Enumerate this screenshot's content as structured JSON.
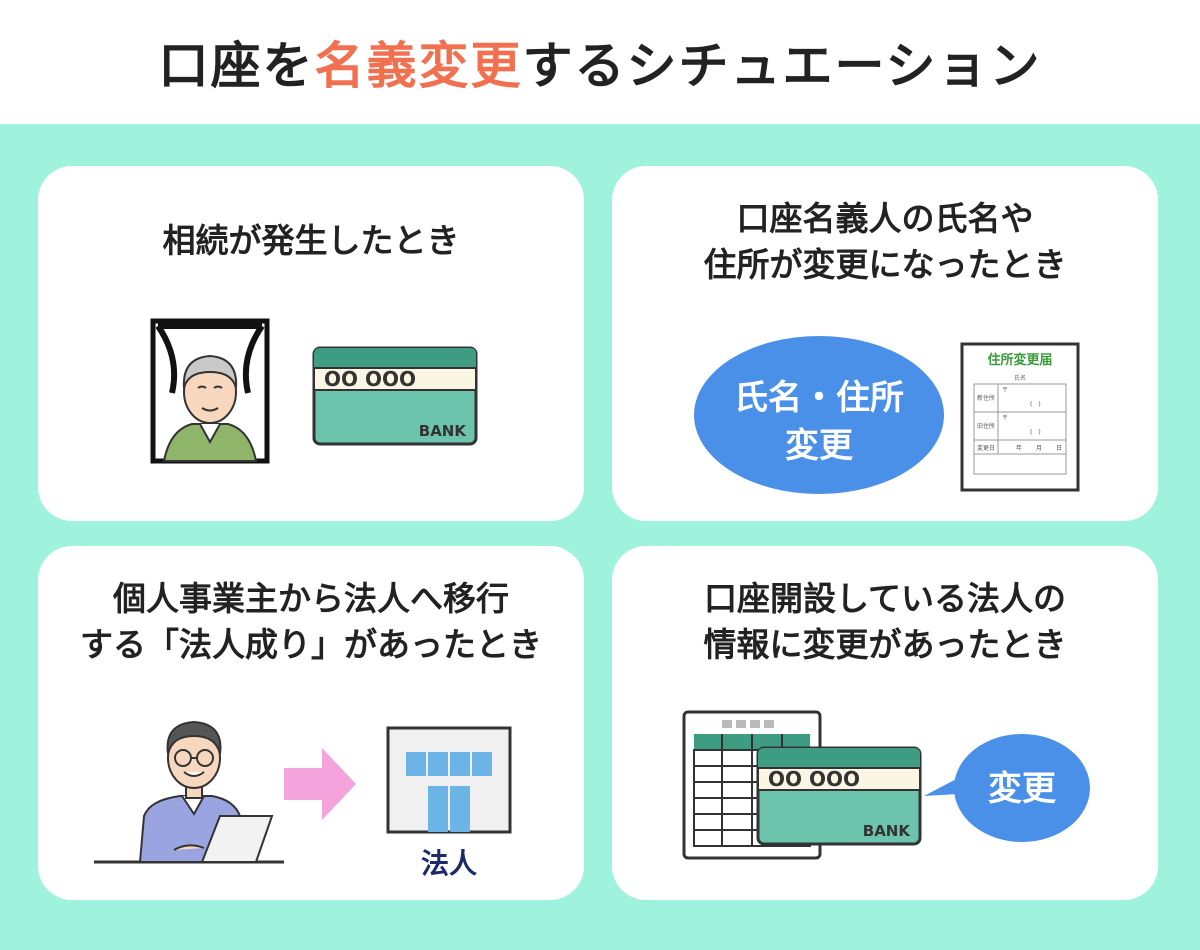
{
  "header": {
    "title_prefix": "口座を",
    "title_accent": "名義変更",
    "title_suffix": "するシチュエーション",
    "accent_color": "#f07050"
  },
  "colors": {
    "background": "#9ff3dc",
    "card": "#ffffff",
    "bank_card_top": "#3d9c82",
    "bank_card_bottom": "#6cc4ad",
    "bubble": "#4a90e8",
    "arrow": "#f5a3dc",
    "building_window": "#6cb4e6"
  },
  "cards": [
    {
      "title_lines": [
        "相続が発生したとき"
      ],
      "bank_card": {
        "digits": "OO OOO",
        "label": "BANK"
      }
    },
    {
      "title_lines": [
        "口座名義人の氏名や",
        "住所が変更になったとき"
      ],
      "bubble_lines": [
        "氏名・住所",
        "変更"
      ],
      "form": {
        "title": "住所変更届",
        "name_label": "氏名",
        "new_address": "新住所",
        "old_address": "旧住所",
        "zip_mark": "〒",
        "paren": "(　)",
        "date_label": "変更日",
        "year": "年",
        "month": "月",
        "day": "日"
      }
    },
    {
      "title_lines": [
        "個人事業主から法人へ移行",
        "する「法人成り」があったとき"
      ],
      "building_label": "法人"
    },
    {
      "title_lines": [
        "口座開設している法人の",
        "情報に変更があったとき"
      ],
      "bank_card": {
        "digits": "OO OOO",
        "label": "BANK"
      },
      "bubble_lines": [
        "変更"
      ]
    }
  ]
}
